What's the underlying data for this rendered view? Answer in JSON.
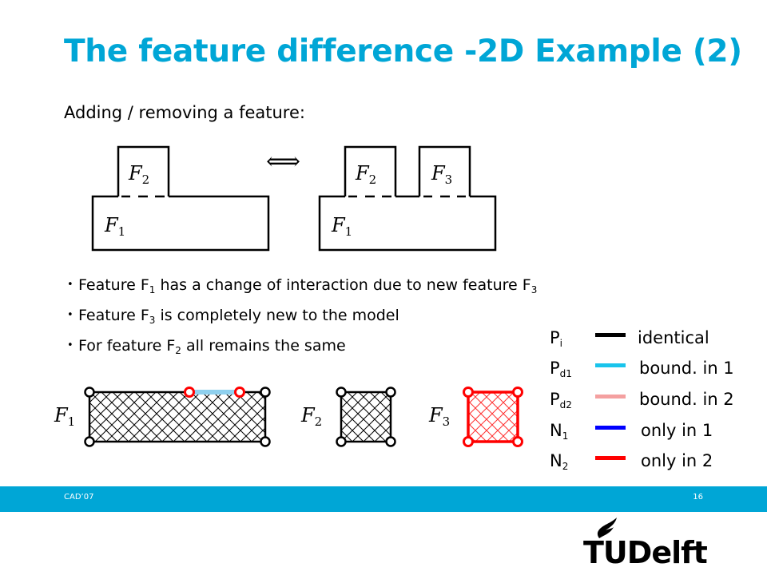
{
  "title": "The feature difference -2D Example (2)",
  "subtitle": "Adding / removing a feature:",
  "diagram": {
    "left_labels": {
      "f2": "F",
      "f2_sub": "2",
      "f1": "F",
      "f1_sub": "1"
    },
    "right_labels": {
      "f2": "F",
      "f2_sub": "2",
      "f3": "F",
      "f3_sub": "3",
      "f1": "F",
      "f1_sub": "1"
    },
    "arrow": "⟺"
  },
  "bullets": [
    {
      "a": "Feature F",
      "sub1": "1",
      "b": " has a change of interaction due to new feature F",
      "sub2": "3"
    },
    {
      "a": "Feature F",
      "sub1": "3",
      "b": " is completely new to the model"
    },
    {
      "a": "For feature F",
      "sub1": "2",
      "b": " all remains the same"
    }
  ],
  "legend": [
    {
      "sym": "P",
      "sub": "i",
      "label": "identical",
      "color": "#000000"
    },
    {
      "sym": "P",
      "sub": "d1",
      "label": "bound. in 1",
      "color": "#19c4ec"
    },
    {
      "sym": "P",
      "sub": "d2",
      "label": "bound. in 2",
      "color": "#f4a0a0"
    },
    {
      "sym": "N",
      "sub": "1",
      "label": "only in 1",
      "color": "#0000ff"
    },
    {
      "sym": "N",
      "sub": "2",
      "label": "only in 2",
      "color": "#ff0000"
    }
  ],
  "bottom_labels": {
    "f1": "F",
    "f1_sub": "1",
    "f2": "F",
    "f2_sub": "2",
    "f3": "F",
    "f3_sub": "3"
  },
  "colors": {
    "accent": "#00a6d6",
    "red": "#ff0000",
    "light_blue": "#8fd0ee"
  },
  "footer": {
    "left": "CAD’07",
    "right": "16"
  },
  "logo": {
    "text": "TUDelft"
  }
}
